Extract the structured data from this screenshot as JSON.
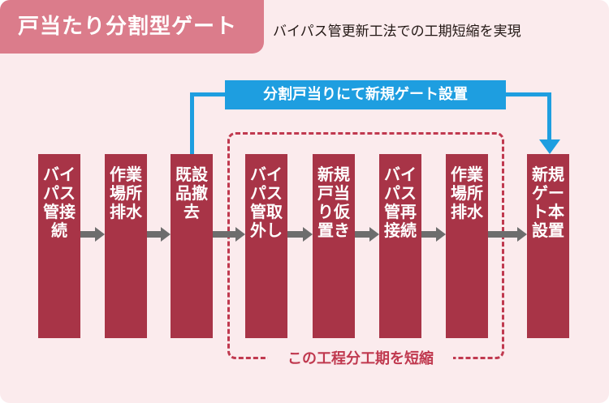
{
  "header": {
    "title": "戸当たり分割型ゲート",
    "subtitle": "バイパス管更新工法での工期短縮を実現"
  },
  "bypass_label": "分割戸当りにて新規ゲート設置",
  "shortened_label": "この工程分工期を短縮",
  "steps": [
    "バイパス管接続",
    "作業場所排水",
    "既設品撤去",
    "バイパス管取外し",
    "新規戸当り仮置き",
    "バイパス管再接続",
    "作業場所排水",
    "新規ゲート本設置"
  ],
  "colors": {
    "background": "#fbebed",
    "title_tab": "#db7c8b",
    "step_box": "#a83447",
    "connector_blue": "#1e9ee0",
    "dashed_border": "#c0394f",
    "arrow": "#6d6d6d"
  }
}
